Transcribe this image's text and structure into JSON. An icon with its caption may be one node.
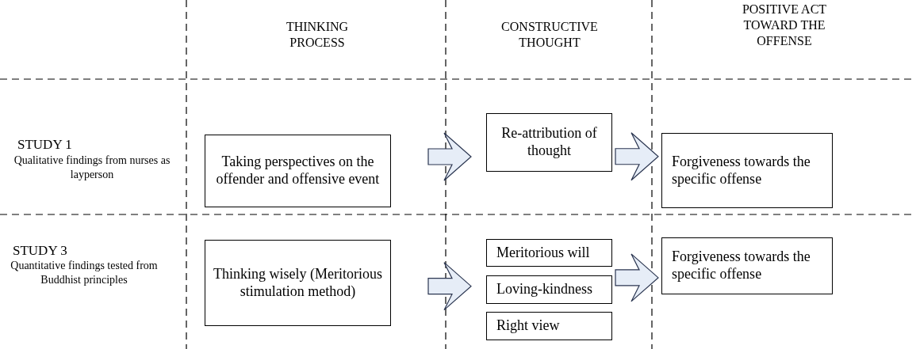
{
  "diagram": {
    "nodes": [
      {
        "text": [
          "Taking perspectives on the offender and offensive event"
        ]
      },
      {
        "text": [
          "Re-attribution of thought"
        ]
      },
      {
        "text": [
          "Forgiveness towards the specific offense"
        ]
      },
      {
        "text": [
          "Thinking wisely (Meritorious stimulation method)"
        ]
      },
      {
        "text": [
          "Meritorious will"
        ]
      },
      {
        "text": [
          "Loving-kindness"
        ]
      },
      {
        "text": [
          "Right view"
        ]
      },
      {
        "text": [
          "Forgiveness towards the specific offense"
        ]
      }
    ],
    "edges": [
      {
        "from": 0,
        "to": 1,
        "arrow": "to"
      },
      {
        "from": 1,
        "to": 2,
        "arrow": "to"
      },
      {
        "from": 3,
        "to": 4,
        "arrow": "to"
      },
      {
        "from": 3,
        "to": 5,
        "arrow": "to"
      },
      {
        "from": 3,
        "to": 6,
        "arrow": "to"
      },
      {
        "from": 4,
        "to": 7,
        "arrow": "to"
      },
      {
        "from": 5,
        "to": 7,
        "arrow": "to"
      },
      {
        "from": 6,
        "to": 7,
        "arrow": "to"
      }
    ],
    "labels": [
      "THINKING PROCESS",
      "CONSTRUCTIVE THOUGHT",
      "POSITIVE ACT TOWARD THE OFFENSE",
      "STUDY 1",
      "Qualitative findings from nurses as layperson",
      "STUDY 3",
      "Quantitative findings tested from Buddhist principles"
    ]
  }
}
